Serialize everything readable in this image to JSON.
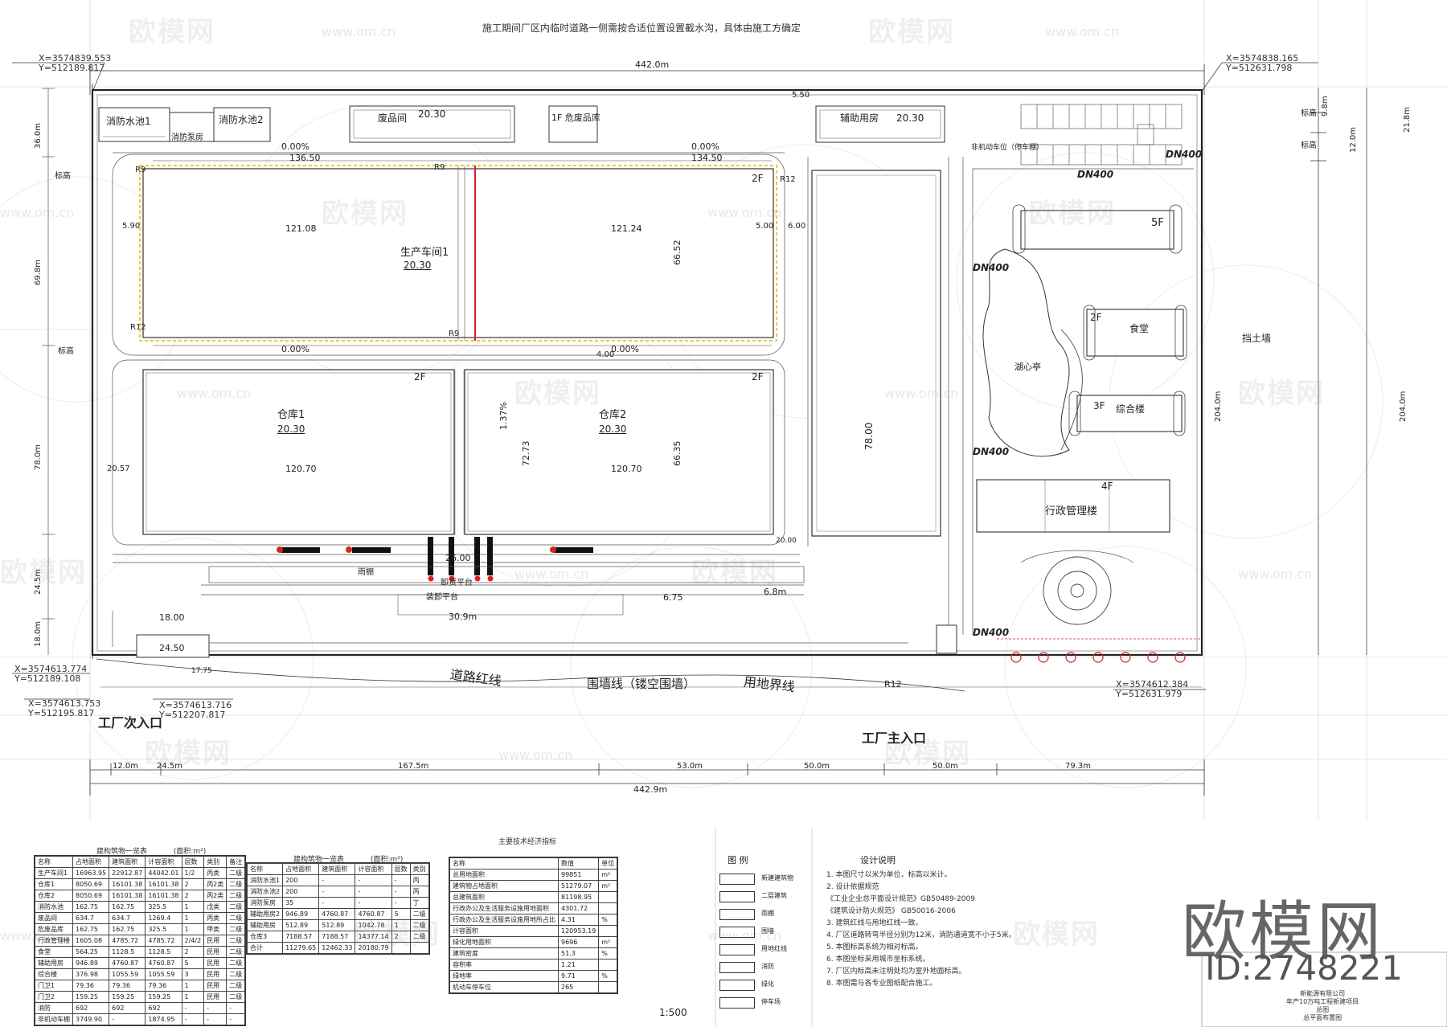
{
  "header_note": "施工期间厂区内临时道路一侧需按合适位置设置截水沟，具体由施工方确定",
  "coords": {
    "tl": [
      "X=3574839.553",
      "Y=512189.817"
    ],
    "tr": [
      "X=3574838.165",
      "Y=512631.798"
    ],
    "bl1": [
      "X=3574613.774",
      "Y=512189.108"
    ],
    "bl2": [
      "X=3574613.753",
      "Y=512195.817"
    ],
    "bl3": [
      "X=3574613.716",
      "Y=512207.817"
    ],
    "br": [
      "X=3574612.384",
      "Y=512631.979"
    ]
  },
  "dims": {
    "top": "442.0m",
    "bottom_total": "442.9m",
    "bottom_segments": [
      "12.0m",
      "24.5m",
      "167.5m",
      "53.0m",
      "50.0m",
      "50.0m",
      "79.3m"
    ],
    "right_segments": [
      "9.8m",
      "12.0m",
      "21.8m",
      "204.0m",
      "204.0m"
    ],
    "left_segments": [
      "36.0m",
      "69.8m",
      "78.0m",
      "24.5m",
      "18.0m"
    ],
    "misc": [
      "136.50",
      "134.50",
      "121.08",
      "121.24",
      "120.70",
      "120.70",
      "66.52",
      "66.35",
      "78.00",
      "72.73",
      "30.9m",
      "6.8m",
      "6.75",
      "26.00",
      "18.00",
      "24.50",
      "17.75",
      "20.57",
      "20.00",
      "5.00",
      "6.00",
      "5.90",
      "4.00",
      "1.37%",
      "5.50"
    ]
  },
  "buildings": {
    "fire_pool1": "消防水池1",
    "pump": "消防泵房",
    "fire_pool2": "消防水池2",
    "waste": "废品间",
    "waste_level": "20.30",
    "hazard": "1F 危废品库",
    "aux": "辅助用房",
    "aux_level": "20.30",
    "workshop": "生产车间1",
    "workshop_level": "20.30",
    "wh1": "仓库1",
    "wh1_level": "20.30",
    "wh2": "仓库2",
    "wh2_level": "20.30",
    "f5": "5F",
    "canteen": "食堂",
    "canteen_f": "2F",
    "complex": "综合楼",
    "complex_f": "3F",
    "admin": "行政管理楼",
    "admin_f": "4F",
    "lake": "湖心亭",
    "dock": "卸货平台",
    "dock2": "装卸平台",
    "canopy": "雨棚",
    "f2": "2F",
    "f1": "1F",
    "slope": "0.00%",
    "r9": "R9",
    "r12": "R12",
    "parking_note": "非机动车位（停车棚）"
  },
  "road_labels": {
    "dn": "DN400",
    "road_red_line": "道路红线",
    "fence": "围墙线（镂空围墙）",
    "boundary": "用地界线",
    "retaining": "挡土墙",
    "side_gate": "工厂次入口",
    "main_gate": "工厂主入口",
    "fire_lane": "消防",
    "gate_label": "标高"
  },
  "scale": "1:500",
  "table1": {
    "title": "建构筑物一览表",
    "unit": "(面积:m²)",
    "headers": [
      "名称",
      "占地面积",
      "建筑面积",
      "计容面积",
      "层数",
      "类别",
      "备注"
    ],
    "rows": [
      [
        "生产车间1",
        "16963.95",
        "22912.87",
        "44042.01",
        "1/2",
        "丙类",
        "二级"
      ],
      [
        "仓库1",
        "8050.69",
        "16101.38",
        "16101.38",
        "2",
        "丙2类",
        "二级"
      ],
      [
        "仓库2",
        "8050.69",
        "16101.38",
        "16101.38",
        "2",
        "丙2类",
        "二级"
      ],
      [
        "消防水池",
        "162.75",
        "162.75",
        "325.5",
        "1",
        "戊类",
        "二级"
      ],
      [
        "废品间",
        "634.7",
        "634.7",
        "1269.4",
        "1",
        "丙类",
        "二级"
      ],
      [
        "危废品库",
        "162.75",
        "162.75",
        "325.5",
        "1",
        "甲类",
        "二级"
      ],
      [
        "行政管理楼",
        "1605.08",
        "4785.72",
        "4785.72",
        "2/4/2",
        "民用",
        "二级"
      ],
      [
        "食堂",
        "564.25",
        "1128.5",
        "1128.5",
        "2",
        "民用",
        "二级"
      ],
      [
        "辅助用房",
        "946.89",
        "4760.87",
        "4760.87",
        "5",
        "民用",
        "二级"
      ],
      [
        "综合楼",
        "376.98",
        "1055.59",
        "1055.59",
        "3",
        "民用",
        "二级"
      ],
      [
        "门卫1",
        "79.36",
        "79.36",
        "79.36",
        "1",
        "民用",
        "二级"
      ],
      [
        "门卫2",
        "159.25",
        "159.25",
        "159.25",
        "1",
        "民用",
        "二级"
      ],
      [
        "消防",
        "692",
        "692",
        "692",
        "-",
        "-",
        "-"
      ],
      [
        "非机动车棚",
        "3749.90",
        "-",
        "1874.95",
        "-",
        "-",
        "-"
      ]
    ]
  },
  "table2": {
    "title": "建构筑物一览表",
    "unit": "(面积:m²)",
    "headers": [
      "名称",
      "占地面积",
      "建筑面积",
      "计容面积",
      "层数",
      "类别"
    ],
    "rows": [
      [
        "消防水池1",
        "200",
        "-",
        "-",
        "-",
        "丙"
      ],
      [
        "消防水池2",
        "200",
        "-",
        "-",
        "-",
        "丙"
      ],
      [
        "消防泵房",
        "35",
        "-",
        "-",
        "-",
        "丁"
      ],
      [
        "辅助用房2",
        "946.89",
        "4760.87",
        "4760.87",
        "5",
        "二级"
      ],
      [
        "辅助用房",
        "512.89",
        "512.89",
        "1042.78",
        "1",
        "二级"
      ],
      [
        "仓库3",
        "7188.57",
        "7188.57",
        "14377.14",
        "2",
        "二级"
      ],
      [
        "合计",
        "11279.65",
        "12462.33",
        "20180.79",
        "",
        ""
      ]
    ]
  },
  "table3": {
    "title": "主要技术经济指标",
    "headers": [
      "名称",
      "数值",
      "单位"
    ],
    "rows": [
      [
        "总用地面积",
        "99851",
        "m²"
      ],
      [
        "建筑物占地面积",
        "51279.07",
        "m²"
      ],
      [
        "总建筑面积",
        "81198.95",
        ""
      ],
      [
        "行政办公及生活服务设施用地面积",
        "4301.72",
        ""
      ],
      [
        "行政办公及生活服务设施用地所占比",
        "4.31",
        "%"
      ],
      [
        "计容面积",
        "120953.19",
        ""
      ],
      [
        "绿化用地面积",
        "9696",
        "m²"
      ],
      [
        "建筑密度",
        "51.3",
        "%"
      ],
      [
        "容积率",
        "1.21",
        ""
      ],
      [
        "绿地率",
        "9.71",
        "%"
      ],
      [
        "机动车停车位",
        "265",
        ""
      ]
    ]
  },
  "legend": {
    "title": "图  例",
    "items": [
      "新建建筑物",
      "二层建筑",
      "雨棚",
      "围墙",
      "用地红线",
      "消防",
      "绿化",
      "停车场"
    ]
  },
  "notes": {
    "title": "设计说明",
    "lines": [
      "1. 本图尺寸以米为单位，标高以米计。",
      "2. 设计依据规范",
      "《工业企业总平面设计规范》GB50489-2009",
      "《建筑设计防火规范》 GB50016-2006",
      "3. 建筑红线与用地红线一致。",
      "4. 厂区道路转弯半径分别为12米，消防通道宽不小于5米。",
      "5. 本图标高系统为相对标高。",
      "6. 本图坐标采用城市坐标系统。",
      "7. 厂区内标高未注明处均为室外地面标高。",
      "8. 本图需与各专业图纸配合施工。"
    ]
  },
  "title_block": [
    "新能源有限公司",
    "年产10万吨工程新建项目",
    "总图",
    "总平面布置图"
  ],
  "watermark": {
    "brand": "欧模网",
    "url": "www.om.cn",
    "id": "ID:2748221"
  }
}
